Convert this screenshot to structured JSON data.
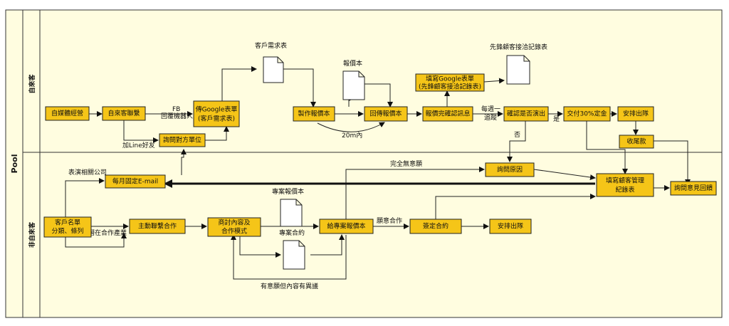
{
  "pool": {
    "title": "Pool"
  },
  "lanes": [
    {
      "title": "自來客"
    },
    {
      "title": "非自來客"
    }
  ],
  "nodes": {
    "self_media": "自媒體經營",
    "self_contact": "自來客聯繫",
    "send_form_1": "傳Google表單",
    "send_form_2": "(客戶需求表)",
    "ask_unit": "詢問對方單位",
    "make_quote": "製作報價本",
    "return_quote": "回傳報價本",
    "quote_ok": "報價完確認訊息",
    "fill_form_1": "填寫Google表單",
    "fill_form_2": "(先鋒顧客接洽記錄表)",
    "confirm_show": "確認是否演出",
    "deposit": "交付30%定金",
    "arrange_1": "安排出隊",
    "final_pay": "收尾款",
    "ask_reason": "詢問原因",
    "fill_record_1": "填寫顧客管理",
    "fill_record_2": "紀錄表",
    "ask_feedback": "詢問意見回饋",
    "monthly_email": "每月固定E-mail",
    "client_list_1": "客戶名單",
    "client_list_2": "分類、條列",
    "active_contact": "主動聯繫合作",
    "discuss_1": "商討內容及",
    "discuss_2": "合作模式",
    "give_quote": "給專案報價本",
    "sign": "簽定合約",
    "arrange_2": "安排出隊"
  },
  "documents": {
    "client_needs": "客戶需求表",
    "quote_book": "報價本",
    "pioneer_record": "先鋒顧客接洽記錄表",
    "project_quote": "專案報價本",
    "project_contract": "專案合約"
  },
  "labels": {
    "fb": "FB",
    "bot": "回覆機器人",
    "line": "加Line好友",
    "twenty_min": "20m內",
    "week_1": "每週一",
    "week_2": "追蹤",
    "yes": "是",
    "no": "否",
    "no_intent": "完全無意願",
    "perf_company": "表演相關公司",
    "potential": "潛在合作產業",
    "willing": "願意合作",
    "intent_issue": "有意願但內容有異議"
  }
}
